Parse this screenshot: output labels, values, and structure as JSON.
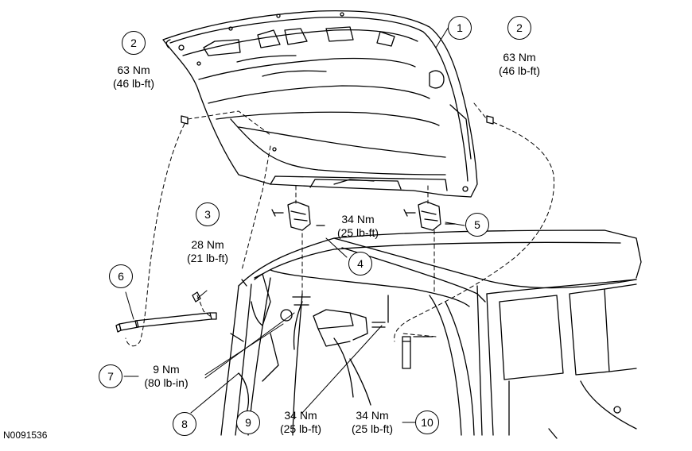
{
  "figure_id": "N0091536",
  "callouts": [
    {
      "number": "1"
    },
    {
      "number": "2"
    },
    {
      "number": "2"
    },
    {
      "number": "3"
    },
    {
      "number": "4"
    },
    {
      "number": "5"
    },
    {
      "number": "6"
    },
    {
      "number": "7"
    },
    {
      "number": "8"
    },
    {
      "number": "9"
    },
    {
      "number": "10"
    }
  ],
  "torques": [
    {
      "metric": "63 Nm",
      "imperial": "(46 lb-ft)"
    },
    {
      "metric": "63 Nm",
      "imperial": "(46 lb-ft)"
    },
    {
      "metric": "28 Nm",
      "imperial": "(21 lb-ft)"
    },
    {
      "metric": "34 Nm",
      "imperial": "(25 lb-ft)"
    },
    {
      "metric": "9 Nm",
      "imperial": "(80 lb-in)"
    },
    {
      "metric": "34 Nm",
      "imperial": "(25 lb-ft)"
    },
    {
      "metric": "34 Nm",
      "imperial": "(25 lb-ft)"
    }
  ]
}
